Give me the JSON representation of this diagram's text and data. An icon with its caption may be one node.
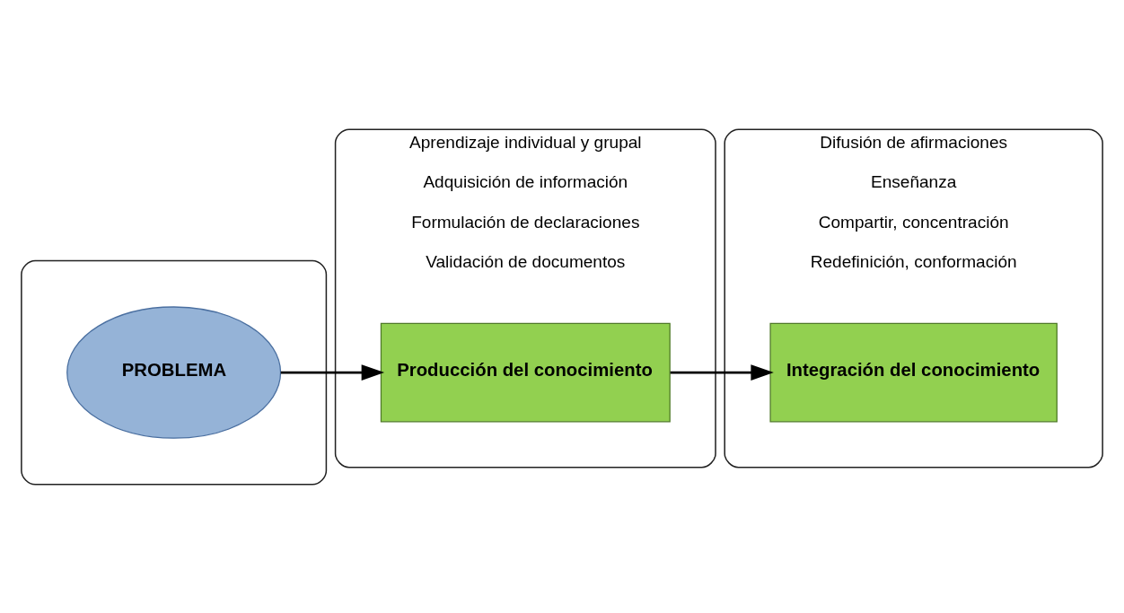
{
  "diagram": {
    "nodes": [
      {
        "text": [],
        "shape": "box"
      },
      {
        "text": [
          "PROBLEMA"
        ],
        "in": 0
      },
      {
        "text": [
          "Aprendizaje individual y grupal",
          "Adquisición de información",
          "Formulación de declaraciones",
          "Validación de documentos"
        ]
      },
      {
        "text": [
          "Producción del conocimiento"
        ],
        "in": 2
      },
      {
        "text": [
          "Difusión de afirmaciones",
          "Enseñanza",
          "Compartir, concentración",
          "Redefinición, conformación"
        ]
      },
      {
        "text": [
          "Integración del conocimiento"
        ],
        "in": 4
      }
    ],
    "edges": [
      {
        "from": 1,
        "to": 3,
        "arrow": "to"
      },
      {
        "from": 3,
        "to": 5,
        "arrow": "to"
      }
    ]
  }
}
